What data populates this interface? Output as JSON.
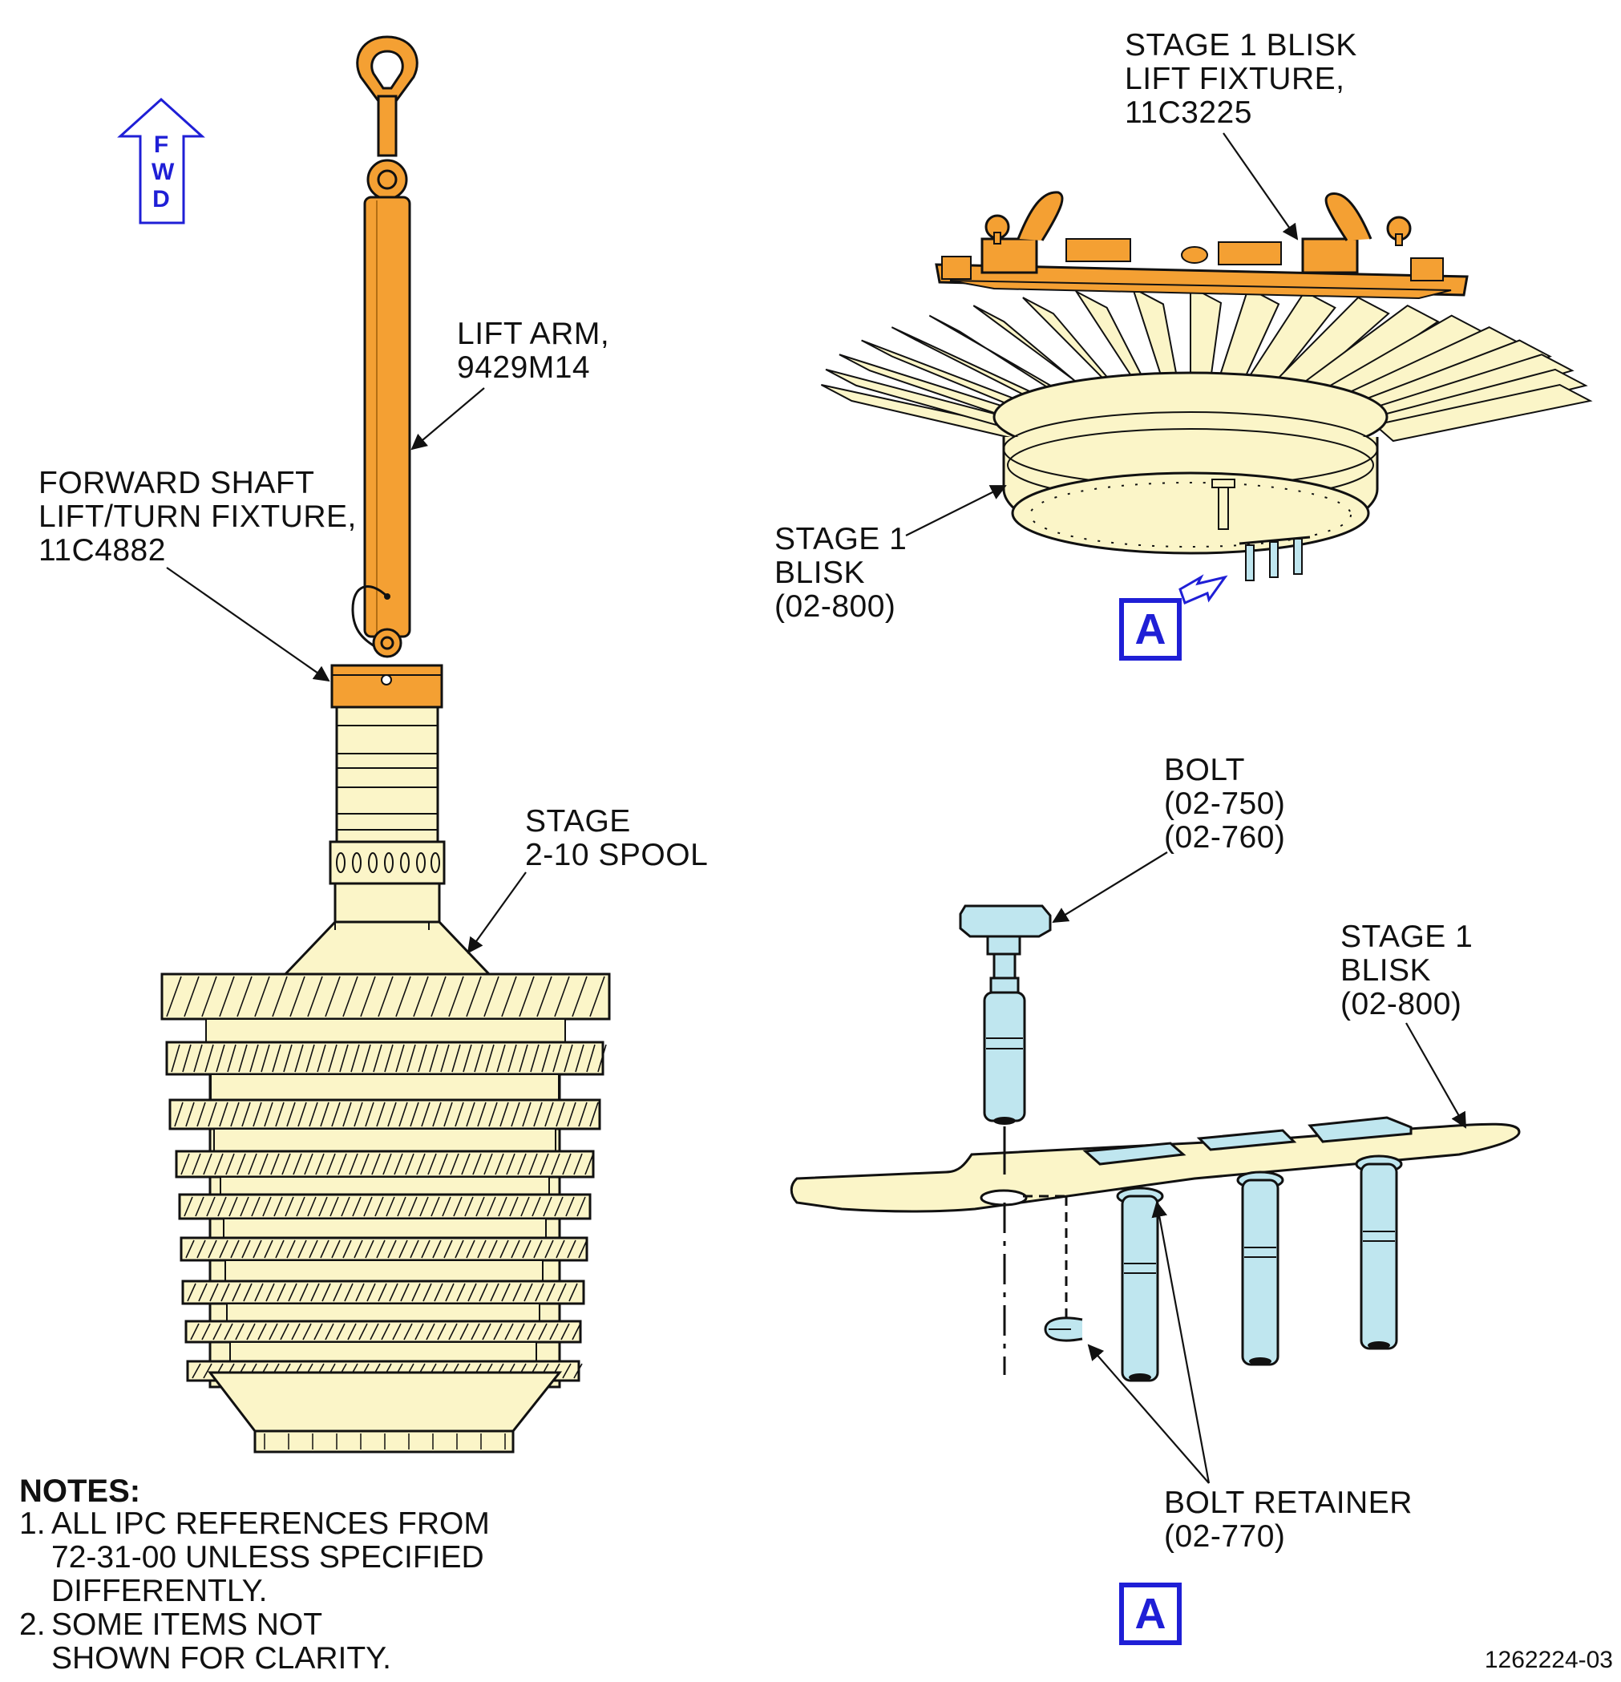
{
  "fwd_arrow": {
    "letters": [
      "F",
      "W",
      "D"
    ],
    "color": "#1f1fd6"
  },
  "labels": {
    "lift_arm": [
      "LIFT ARM,",
      "9429M14"
    ],
    "forward_shaft": [
      "FORWARD SHAFT",
      "LIFT/TURN FIXTURE,",
      "11C4882"
    ],
    "stage_spool": [
      "STAGE",
      "2-10 SPOOL"
    ],
    "blisk_fixture": [
      "STAGE 1 BLISK",
      "LIFT FIXTURE,",
      "11C3225"
    ],
    "stage1_blisk_top": [
      "STAGE 1",
      "BLISK",
      "(02-800)"
    ],
    "bolt": [
      "BOLT",
      "(02-750)",
      "(02-760)"
    ],
    "stage1_blisk_detail": [
      "STAGE 1",
      "BLISK",
      "(02-800)"
    ],
    "bolt_retainer": [
      "BOLT RETAINER",
      "(02-770)"
    ]
  },
  "view_marker": "A",
  "notes": {
    "title": "NOTES:",
    "items": [
      {
        "num": "1.",
        "lines": [
          "ALL IPC REFERENCES FROM",
          "72-31-00 UNLESS SPECIFIED",
          "DIFFERENTLY."
        ]
      },
      {
        "num": "2.",
        "lines": [
          "SOME ITEMS NOT",
          "SHOWN FOR CLARITY."
        ]
      }
    ]
  },
  "figure_number": "1262224-03",
  "colors": {
    "fixture_orange": "#f4a033",
    "part_cream": "#fbf5c8",
    "bolt_blue": "#bfe6ef",
    "callout_blue": "#1f1fd6",
    "outline": "#111111"
  }
}
